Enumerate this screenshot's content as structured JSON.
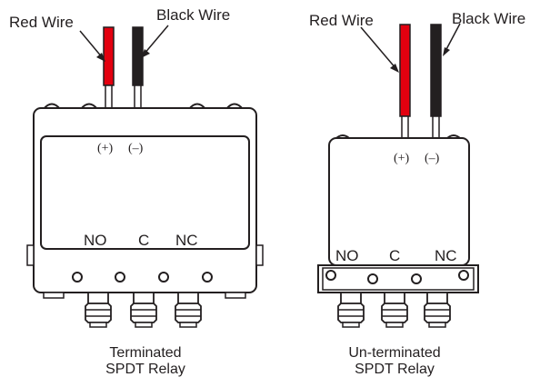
{
  "diagram": {
    "left_relay": {
      "red_wire_label": "Red Wire",
      "black_wire_label": "Black Wire",
      "plus_label": "(+)",
      "minus_label": "(–)",
      "pin_no": "NO",
      "pin_c": "C",
      "pin_nc": "NC",
      "caption_line1": "Terminated",
      "caption_line2": "SPDT Relay"
    },
    "right_relay": {
      "red_wire_label": "Red Wire",
      "black_wire_label": "Black Wire",
      "plus_label": "(+)",
      "minus_label": "(–)",
      "pin_no": "NO",
      "pin_c": "C",
      "pin_nc": "NC",
      "caption_line1": "Un-terminated",
      "caption_line2": "SPDT Relay"
    },
    "colors": {
      "red_wire": "#e3000f",
      "black_wire": "#231f20",
      "outline": "#231f20"
    }
  }
}
